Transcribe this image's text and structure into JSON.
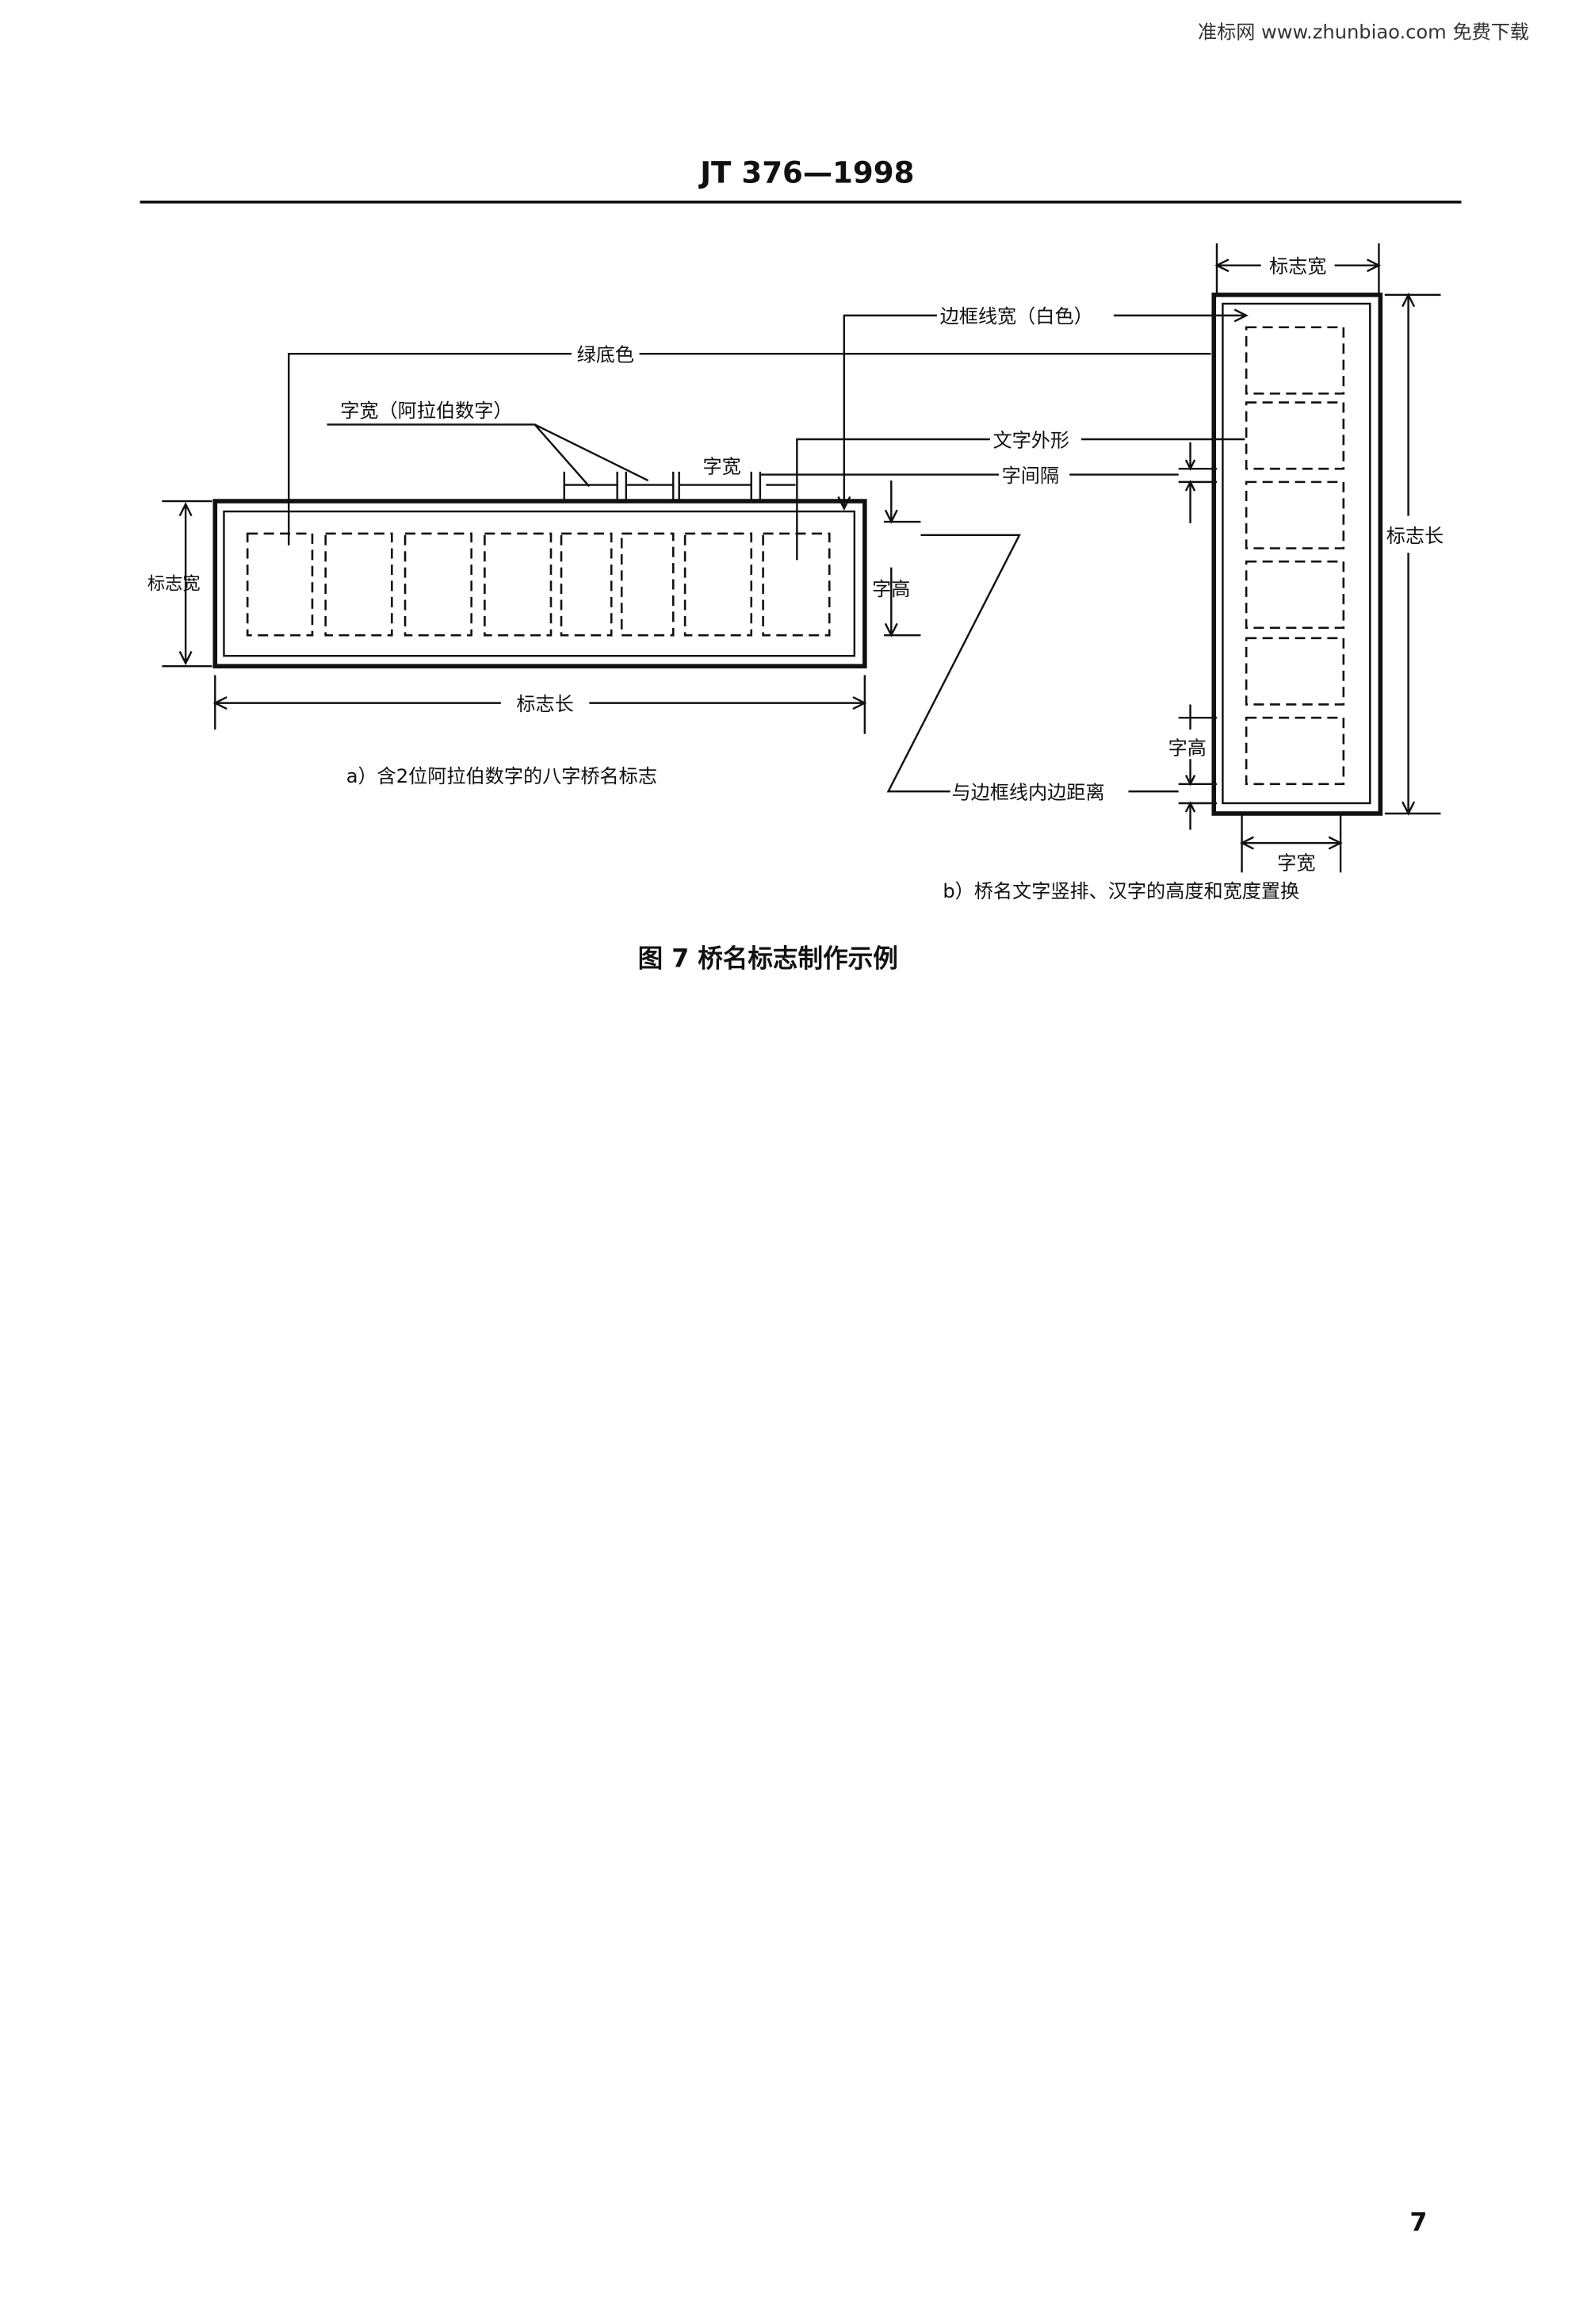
{
  "watermark": "准标网 www.zhunbiao.com 免费下载",
  "header": {
    "doc_number": "JT  376—1998"
  },
  "figure": {
    "labels": {
      "green_bg": "绿底色",
      "char_width_arabic": "字宽（阿拉伯数字）",
      "char_width": "字宽",
      "border_width": "边框线宽（白色）",
      "char_shape": "文字外形",
      "char_spacing": "字间隔",
      "char_height": "字高",
      "sign_width": "标志宽",
      "sign_length": "标志长",
      "inner_distance": "与边框线内边距离"
    },
    "caption_a": "a）含2位阿拉伯数字的八字桥名标志",
    "caption_b": "b）桥名文字竖排、汉字的高度和宽度置换",
    "title": "图 7    桥名标志制作示例"
  },
  "page_number": "7"
}
